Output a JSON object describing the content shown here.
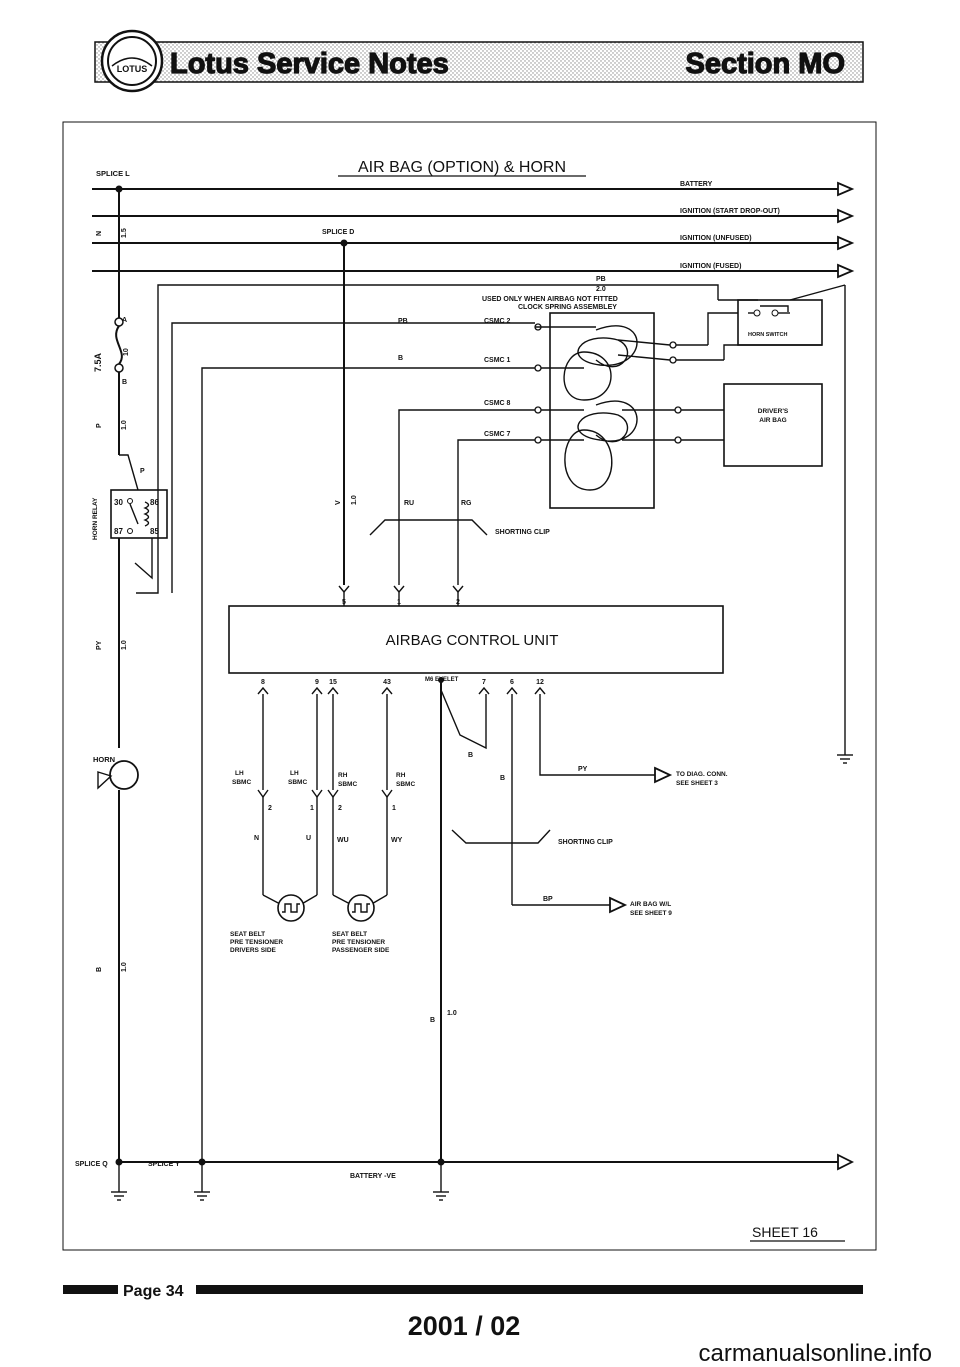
{
  "header": {
    "title": "Lotus Service Notes",
    "section": "Section MO",
    "logo_text": "LOTUS"
  },
  "diagram": {
    "title": "AIR BAG (OPTION) & HORN",
    "sheet": "SHEET 16",
    "splices": {
      "l": "SPLICE L",
      "d": "SPLICE D",
      "q": "SPLICE Q",
      "y": "SPLICE Y"
    },
    "supply_lines": [
      "BATTERY",
      "IGNITION (START DROP-OUT)",
      "IGNITION (UNFUSED)",
      "IGNITION (FUSED)"
    ],
    "wire_labels": {
      "n": "N",
      "n_gauge": "1.5",
      "pb": "PB",
      "pb_gauge": "2.0",
      "fuse_rating": "7.5A",
      "fuse_num": "10",
      "fuse_a": "A",
      "fuse_b": "B",
      "p": "P",
      "p_gauge": "1.0",
      "p2": "P",
      "py": "PY",
      "py_gauge": "1.0",
      "b_left": "B",
      "b_left_gauge": "1.0",
      "v": "V",
      "v_gauge": "1.0",
      "pb_wire": "PB",
      "b_wire": "B",
      "ru": "RU",
      "rg": "RG",
      "b_eyelet": "B",
      "b_gauge": "1.0",
      "b_eyelet2": "B",
      "b_6": "B",
      "py_12": "PY",
      "bp": "BP",
      "n_seat": "N",
      "u_seat": "U",
      "wu": "WU",
      "wy": "WY"
    },
    "relay": {
      "label": "HORN RELAY",
      "pins": [
        "30",
        "86",
        "87",
        "85"
      ]
    },
    "horn": "HORN",
    "csc_note_1": "USED ONLY WHEN AIRBAG NOT FITTED",
    "csc_note_2": "CLOCK SPRING ASSEMBLEY",
    "csc_pins": [
      "CSMC 2",
      "CSMC 1",
      "CSMC 8",
      "CSMC 7"
    ],
    "horn_switch": "HORN SWITCH",
    "drivers_airbag": "DRIVER'S AIR BAG",
    "shorting_clip": "SHORTING CLIP",
    "shorting_clip_2": "SHORTING CLIP",
    "acu": {
      "title": "AIRBAG CONTROL UNIT",
      "top_pins": [
        "5",
        "1",
        "2"
      ],
      "bottom_pins": [
        "8",
        "9",
        "15",
        "43",
        "7",
        "6",
        "12"
      ],
      "eyelet": "M6 EYELET"
    },
    "lh_sbmc_1": "LH SBMC",
    "lh_sbmc_2": "LH SBMC",
    "rh_sbmc_1": "RH SBMC",
    "rh_sbmc_2": "RH SBMC",
    "sbmc_pins": [
      "2",
      "1",
      "2",
      "1"
    ],
    "seat_belt_driver": [
      "SEAT BELT",
      "PRE TENSIONER",
      "DRIVERS SIDE"
    ],
    "seat_belt_passenger": [
      "SEAT BELT",
      "PRE TENSIONER",
      "PASSENGER SIDE"
    ],
    "to_diag": [
      "TO DIAG. CONN.",
      "SEE SHEET 3"
    ],
    "airbag_wl": [
      "AIR BAG W/L",
      "SEE SHEET 9"
    ],
    "battery_ve": "BATTERY -VE"
  },
  "footer": {
    "page": "Page 34",
    "date": "2001 / 02",
    "watermark": "carmanualsonline.info"
  }
}
